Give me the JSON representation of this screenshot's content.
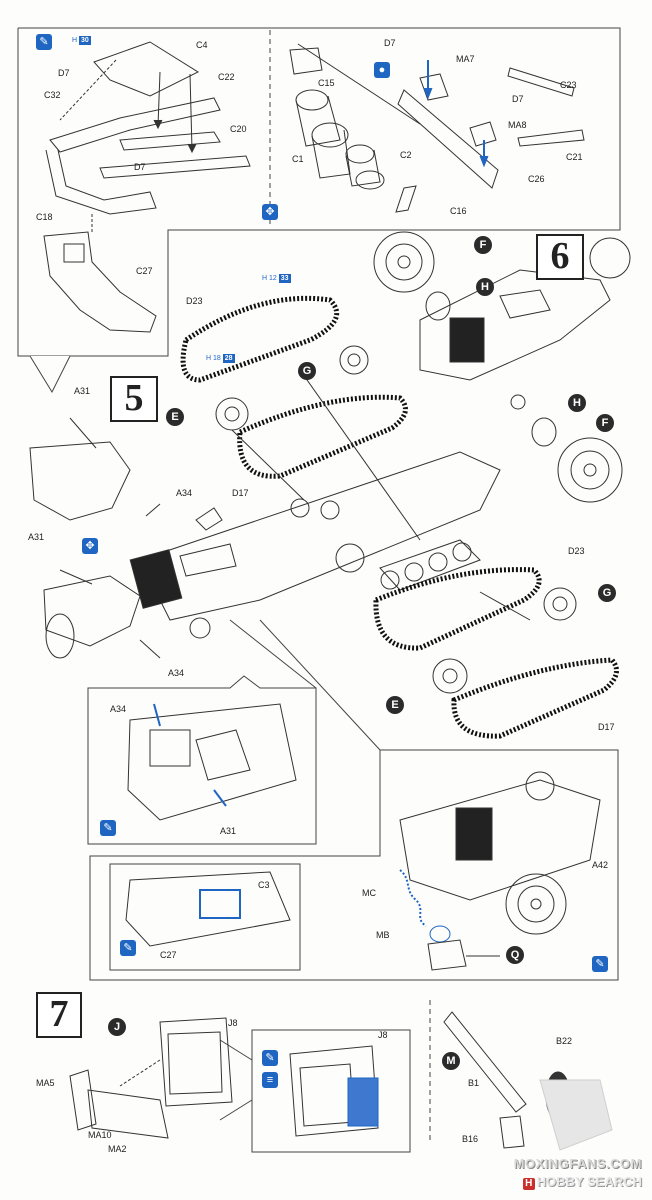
{
  "steps": {
    "five": "5",
    "six": "6",
    "seven": "7"
  },
  "parts": {
    "c4": "C4",
    "d7a": "D7",
    "c22": "C22",
    "c32": "C32",
    "c20": "C20",
    "d7b": "D7",
    "c18": "C18",
    "c27a": "C27",
    "d7c": "D7",
    "ma7": "MA7",
    "c15": "C15",
    "c23": "C23",
    "d7d": "D7",
    "ma8": "MA8",
    "c1": "C1",
    "c2": "C2",
    "c21": "C21",
    "c26": "C26",
    "c16": "C16",
    "d23a": "D23",
    "d17a": "D17",
    "d23b": "D23",
    "d17b": "D17",
    "a31a": "A31",
    "a34a": "A34",
    "a31b": "A31",
    "a34b": "A34",
    "a34c": "A34",
    "a31c": "A31",
    "c3": "C3",
    "c27b": "C27",
    "mc": "MC",
    "mb": "MB",
    "a42": "A42",
    "j8a": "J8",
    "ma5": "MA5",
    "ma10": "MA10",
    "ma2": "MA2",
    "j8b": "J8",
    "b22": "B22",
    "b1": "B1",
    "b16": "B16"
  },
  "callouts": {
    "f1": "F",
    "h1": "H",
    "h2": "H",
    "f2": "F",
    "g1": "G",
    "e1": "E",
    "g2": "G",
    "e2": "E",
    "q": "Q",
    "j": "J",
    "m": "M"
  },
  "color_tags": {
    "t1_prefix": "H",
    "t1_code": "30",
    "t2_prefix": "H 12",
    "t2_code": "33",
    "t3_prefix": "H 18",
    "t3_code": "28"
  },
  "watermark": {
    "line1": "MOXINGFANS.COM",
    "line2": "HOBBY SEARCH",
    "h_logo": "H"
  },
  "colors": {
    "icon_blue": "#1f66c2",
    "ink": "#222222",
    "callout_dark": "#2b2b2b"
  }
}
